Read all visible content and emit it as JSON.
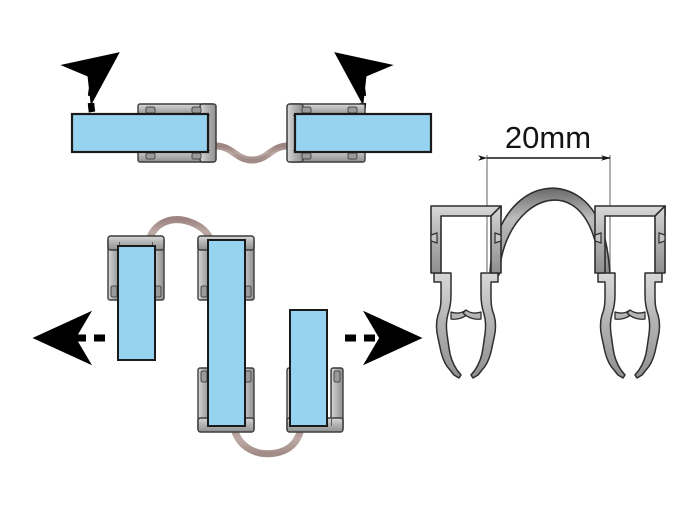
{
  "diagram": {
    "title": "Glass panel seal profile assembly diagram",
    "background_color": "#ffffff",
    "colors": {
      "glass_fill": "#96d3f0",
      "glass_stroke": "#1a1a1a",
      "profile_light": "#c9c9c9",
      "profile_mid": "#a0a0a0",
      "profile_dark": "#4d4d4d",
      "profile_outline": "#333333",
      "seal_strip": "#b09a96",
      "arrow_color": "#000000",
      "dimension_color": "#141414"
    },
    "views": [
      {
        "name": "top-hinge-view",
        "label": "Two glass panels joined by flexible seal, opening outward",
        "panel_count": 2,
        "arrows": [
          "curved-dashed-arrow-up-left",
          "curved-dashed-arrow-up-right"
        ]
      },
      {
        "name": "bottom-sliding-view",
        "label": "Three glass panels with seals, sliding apart",
        "panel_count": 3,
        "arrows": [
          "dashed-arrow-left",
          "dashed-arrow-right"
        ]
      },
      {
        "name": "cross-section-view",
        "label": "Cross section of paired seal profiles with arched bridge",
        "dimension": {
          "value": "20mm",
          "orientation": "horizontal",
          "arrowheads": "both-ends"
        }
      }
    ]
  },
  "dimension_label": {
    "text": "20mm"
  }
}
